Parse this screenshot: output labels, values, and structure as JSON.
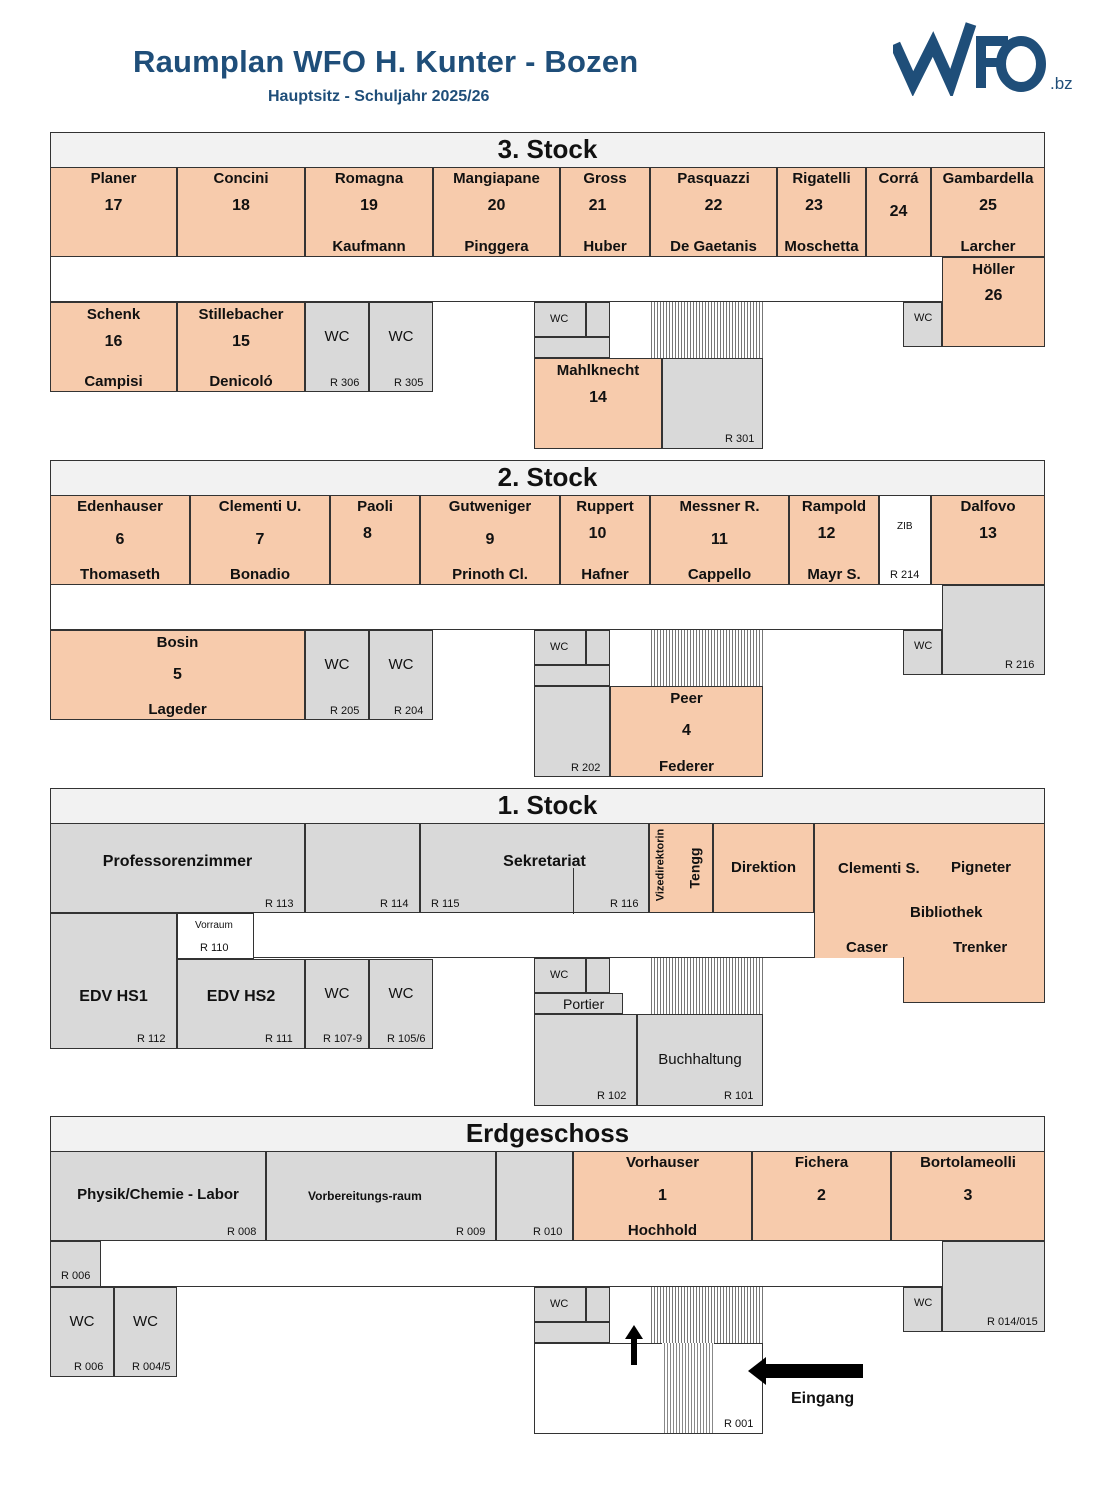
{
  "header": {
    "title": "Raumplan WFO H. Kunter - Bozen",
    "subtitle": "Hauptsitz - Schuljahr 2025/26",
    "logo_text": "WFO",
    "logo_suffix": ".bz",
    "logo_color": "#1f4e79"
  },
  "colors": {
    "teacher_room": "#f7cbac",
    "service_room": "#d9d9d9",
    "header": "#f2f2f2"
  },
  "floor3": {
    "title": "3. Stock",
    "top_rooms": [
      {
        "name": "Planer",
        "num": "17",
        "sub": ""
      },
      {
        "name": "Concini",
        "num": "18",
        "sub": ""
      },
      {
        "name": "Romagna",
        "num": "19",
        "sub": "Kaufmann"
      },
      {
        "name": "Mangiapane",
        "num": "20",
        "sub": "Pinggera"
      },
      {
        "name": "Gross",
        "num": "21",
        "sub": "Huber"
      },
      {
        "name": "Pasquazzi",
        "num": "22",
        "sub": "De Gaetanis"
      },
      {
        "name": "Rigatelli",
        "num": "23",
        "sub": "Moschetta"
      },
      {
        "name": "Corrá",
        "num": "24",
        "sub": ""
      },
      {
        "name": "Gambardella",
        "num": "25",
        "sub": "Larcher"
      }
    ],
    "hoeller": {
      "name": "Höller",
      "num": "26"
    },
    "schenk": {
      "name": "Schenk",
      "num": "16",
      "sub": "Campisi"
    },
    "stillebacher": {
      "name": "Stillebacher",
      "num": "15",
      "sub": "Denicoló"
    },
    "wc_a": {
      "label": "WC",
      "code": "R 306"
    },
    "wc_b": {
      "label": "WC",
      "code": "R 305"
    },
    "wc_small": "WC",
    "wc_right": "WC",
    "mahlknecht": {
      "name": "Mahlknecht",
      "num": "14"
    },
    "r301": "R 301"
  },
  "floor2": {
    "title": "2. Stock",
    "top_rooms": [
      {
        "name": "Edenhauser",
        "num": "6",
        "sub": "Thomaseth"
      },
      {
        "name": "Clementi U.",
        "num": "7",
        "sub": "Bonadio"
      },
      {
        "name": "Paoli",
        "num": "8",
        "sub": ""
      },
      {
        "name": "Gutweniger",
        "num": "9",
        "sub": "Prinoth Cl."
      },
      {
        "name": "Ruppert",
        "num": "10",
        "sub": "Hafner"
      },
      {
        "name": "Messner R.",
        "num": "11",
        "sub": "Cappello"
      },
      {
        "name": "Rampold",
        "num": "12",
        "sub": "Mayr S."
      }
    ],
    "zib": {
      "label": "ZIB",
      "code": "R 214"
    },
    "dalfovo": {
      "name": "Dalfovo",
      "num": "13"
    },
    "r216": "R 216",
    "bosin": {
      "name": "Bosin",
      "num": "5",
      "sub": "Lageder"
    },
    "wc_a": {
      "label": "WC",
      "code": "R 205"
    },
    "wc_b": {
      "label": "WC",
      "code": "R 204"
    },
    "wc_small": "WC",
    "wc_right": "WC",
    "r202": "R 202",
    "peer": {
      "name": "Peer",
      "num": "4",
      "sub": "Federer"
    }
  },
  "floor1": {
    "title": "1. Stock",
    "prof": {
      "name": "Professorenzimmer",
      "code": "R 113"
    },
    "r114": "R 114",
    "r115": "R 115",
    "sekretariat": "Sekretariat",
    "r116": "R 116",
    "vize": "Vizedirektorin",
    "tengg": "Tengg",
    "direktion": "Direktion",
    "bibliothek": {
      "a": "Clementi S.",
      "b": "Pigneter",
      "name": "Bibliothek",
      "c": "Caser",
      "d": "Trenker"
    },
    "vorraum": {
      "label": "Vorraum",
      "code": "R 110"
    },
    "edv1": {
      "name": "EDV HS1",
      "code": "R 112"
    },
    "edv2": {
      "name": "EDV HS2",
      "code": "R 111"
    },
    "wc_a": {
      "label": "WC",
      "code": "R 107-9"
    },
    "wc_b": {
      "label": "WC",
      "code": "R 105/6"
    },
    "wc_small": "WC",
    "portier": "Portier",
    "r102": "R 102",
    "buchhaltung": {
      "name": "Buchhaltung",
      "code": "R 101"
    }
  },
  "floor0": {
    "title": "Erdgeschoss",
    "labor": {
      "name": "Physik/Chemie - Labor",
      "code": "R 008"
    },
    "vorb": {
      "name": "Vorbereitungs-raum",
      "code": "R 009"
    },
    "r010": "R 010",
    "vorhauser": {
      "name": "Vorhauser",
      "num": "1",
      "sub": "Hochhold"
    },
    "fichera": {
      "name": "Fichera",
      "num": "2"
    },
    "bortolameolli": {
      "name": "Bortolameolli",
      "num": "3"
    },
    "r006a": "R 006",
    "wc_a": {
      "label": "WC",
      "code": "R 006"
    },
    "wc_b": {
      "label": "WC",
      "code": "R 004/5"
    },
    "wc_small": "WC",
    "wc_right": "WC",
    "r014": "R 014/015",
    "r001": "R 001",
    "eingang": "Eingang"
  }
}
